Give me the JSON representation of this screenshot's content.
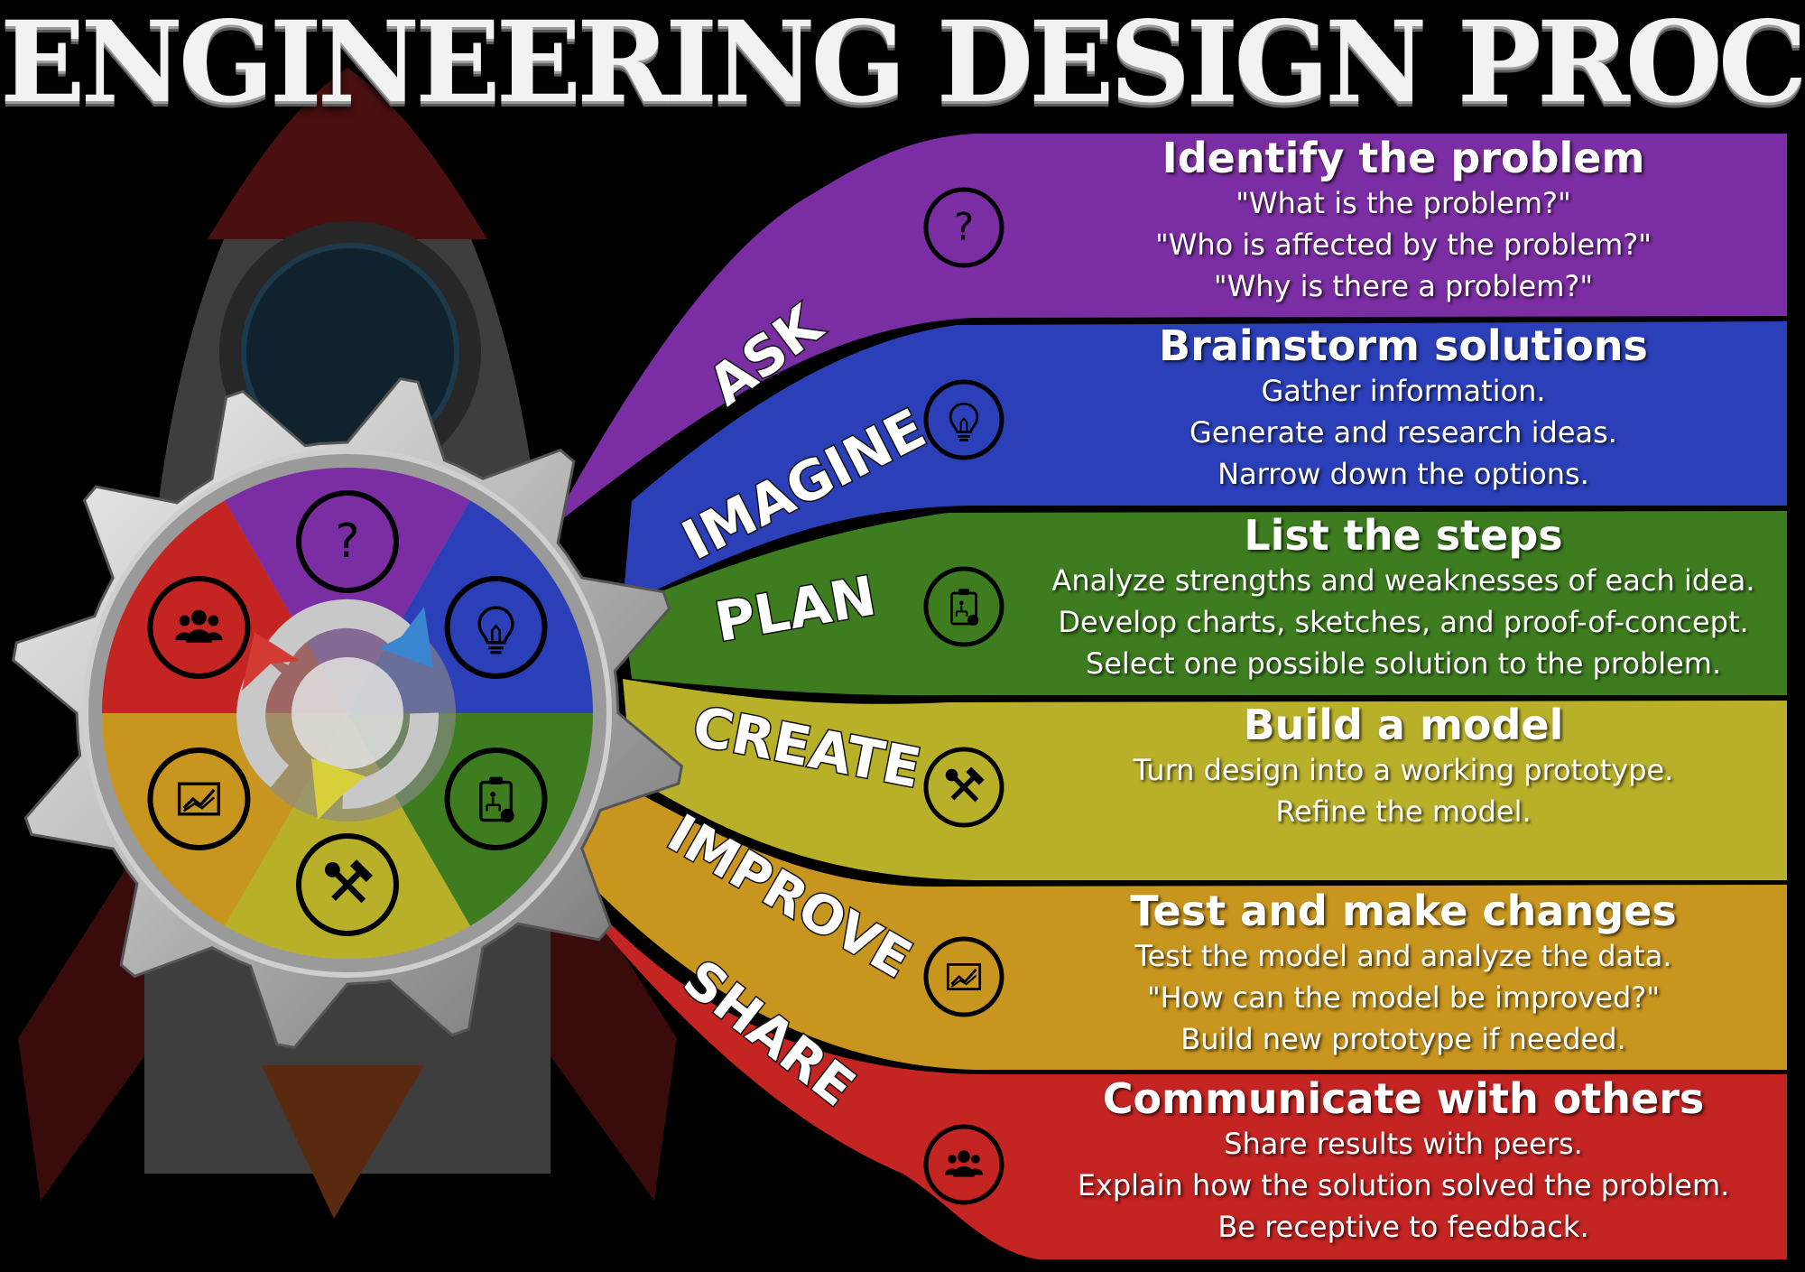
{
  "title": "ENGINEERING DESIGN PROCESS",
  "colors": {
    "ask": "#7b2ea3",
    "imagine": "#2a3fb8",
    "plan": "#3d7d1f",
    "create": "#b9b02a",
    "improve": "#c8951e",
    "share": "#c42422"
  },
  "steps": [
    {
      "label": "ASK",
      "icon": "question-icon",
      "heading": "Identify the problem",
      "lines": [
        "\"What is the problem?\"",
        "\"Who is affected by the problem?\"",
        "\"Why is there a problem?\""
      ]
    },
    {
      "label": "IMAGINE",
      "icon": "lightbulb-icon",
      "heading": "Brainstorm solutions",
      "lines": [
        "Gather information.",
        "Generate and research ideas.",
        "Narrow down the options."
      ]
    },
    {
      "label": "PLAN",
      "icon": "clipboard-icon",
      "heading": "List the steps",
      "lines": [
        "Analyze strengths and weaknesses of each idea.",
        "Develop charts, sketches, and proof-of-concept.",
        "Select one possible solution to the problem."
      ]
    },
    {
      "label": "CREATE",
      "icon": "tools-icon",
      "heading": "Build a model",
      "lines": [
        "Turn design into a working prototype.",
        "Refine the model."
      ]
    },
    {
      "label": "IMPROVE",
      "icon": "chart-icon",
      "heading": "Test and make changes",
      "lines": [
        "Test the model and analyze the data.",
        "\"How can the model be improved?\"",
        "Build new prototype if needed."
      ]
    },
    {
      "label": "SHARE",
      "icon": "people-icon",
      "heading": "Communicate with others",
      "lines": [
        "Share results with peers.",
        "Explain how the solution solved the problem.",
        "Be receptive to feedback."
      ]
    }
  ]
}
